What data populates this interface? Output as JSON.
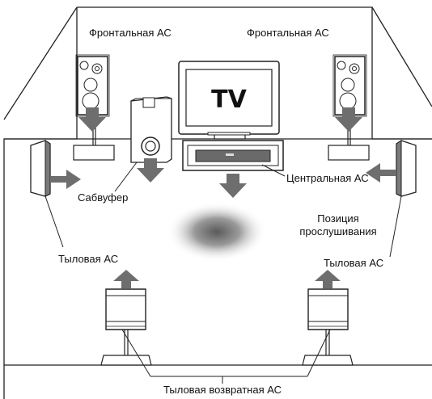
{
  "labels": {
    "front_left": "Фронтальная АС",
    "front_right": "Фронтальная АС",
    "tv": "TV",
    "center": "Центральная АС",
    "subwoofer": "Сабвуфер",
    "listening_position": [
      "Позиция",
      "прослушивания"
    ],
    "surround_left": "Тыловая АС",
    "surround_right": "Тыловая АС",
    "surround_back": "Тыловая возвратная АС"
  }
}
